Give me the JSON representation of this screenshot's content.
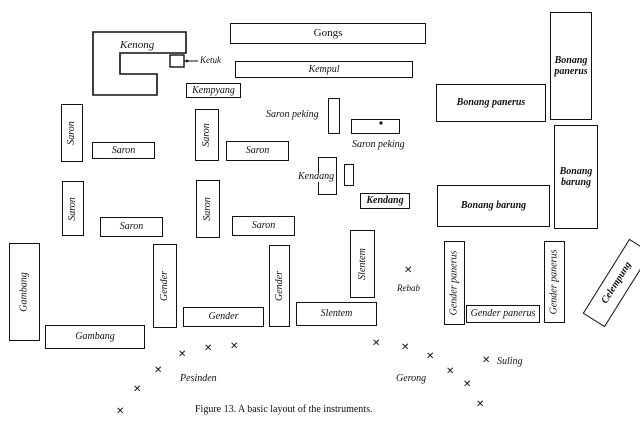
{
  "instruments": {
    "kenong": "Kenong",
    "ketuk": "Ketuk",
    "gongs": "Gongs",
    "kempul": "Kempul",
    "kempyang": "Kempyang",
    "bonang_panerus_v": "Bonang panerus",
    "bonang_panerus_h": "Bonang panerus",
    "bonang_barung_v": "Bonang barung",
    "bonang_barung_h": "Bonang barung",
    "saron": "Saron",
    "saron_peking": "Saron peking",
    "kendang": "Kendang",
    "gender": "Gender",
    "gender_panerus": "Gender panerus",
    "slentem": "Slentem",
    "gambang": "Gambang",
    "celempung": "Celempung",
    "rebab": "Rebab",
    "suling": "Suling"
  },
  "performers": {
    "pesinden": "Pesinden",
    "gerong": "Gerong"
  },
  "caption": "Figure 13.  A basic layout of the instruments."
}
